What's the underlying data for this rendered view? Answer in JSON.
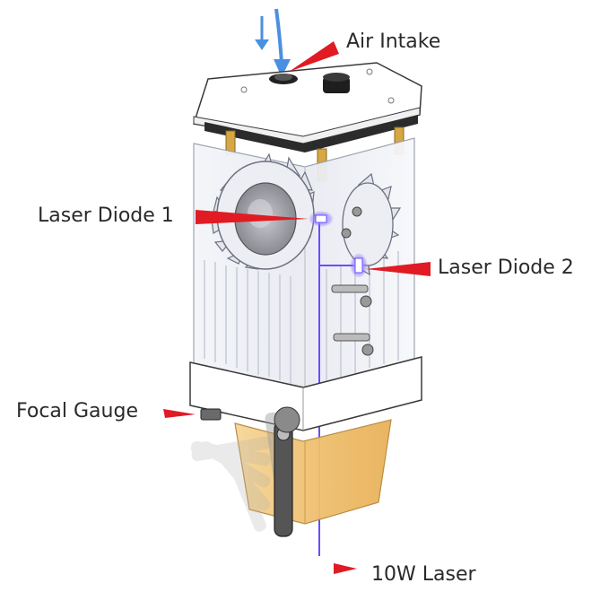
{
  "labels": {
    "air_intake": "Air Intake",
    "laser_diode_1": "Laser Diode 1",
    "laser_diode_2": "Laser Diode 2",
    "focal_gauge": "Focal Gauge",
    "laser_10w": "10W Laser"
  },
  "colors": {
    "pointer": "#e01b24",
    "beam": "#6a4cff",
    "air_arrow": "#4a90e2",
    "nozzle": "#f0c070",
    "fin": "#d8dae2",
    "outline": "#3a3a3a"
  }
}
